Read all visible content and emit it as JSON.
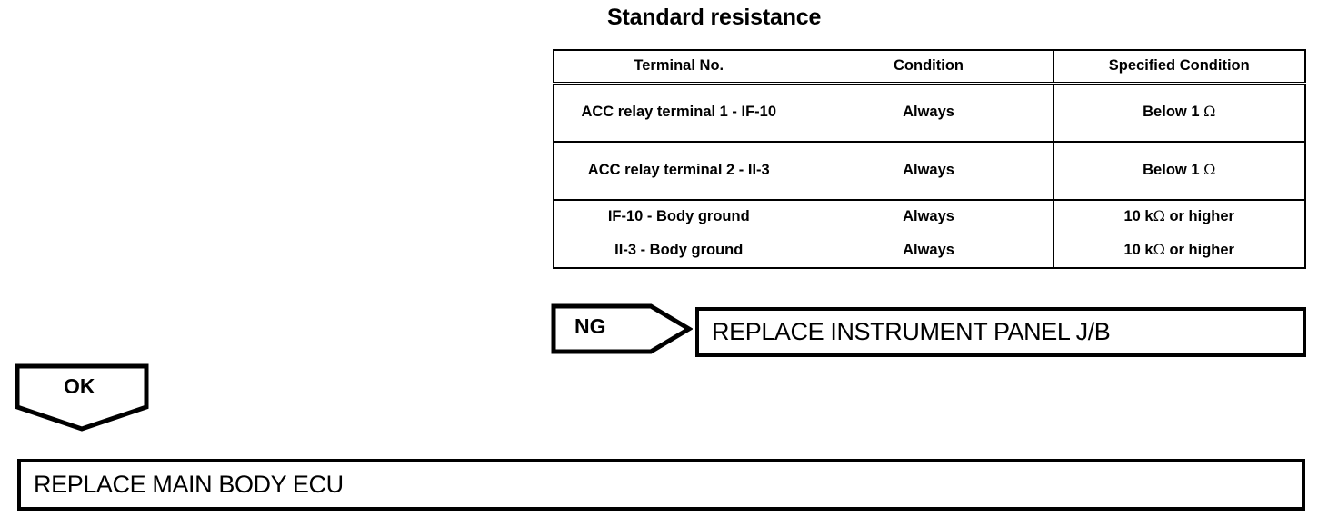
{
  "title": "Standard resistance",
  "table": {
    "headers": [
      "Terminal No.",
      "Condition",
      "Specified Condition"
    ],
    "rows": [
      {
        "terminal": "ACC relay terminal 1 - IF-10",
        "condition": "Always",
        "specified_value": "Below 1 ",
        "specified_unit": "Ω"
      },
      {
        "terminal": "ACC relay terminal 2 - II-3",
        "condition": "Always",
        "specified_value": "Below 1 ",
        "specified_unit": "Ω"
      },
      {
        "terminal": "IF-10 - Body ground",
        "condition": "Always",
        "specified_value": "10 k",
        "specified_unit": "Ω",
        "specified_suffix": " or higher"
      },
      {
        "terminal": "II-3 - Body ground",
        "condition": "Always",
        "specified_value": "10 k",
        "specified_unit": "Ω",
        "specified_suffix": " or higher"
      }
    ]
  },
  "flow": {
    "ng_label": "NG",
    "ok_label": "OK",
    "replace_instrument_panel": "REPLACE INSTRUMENT PANEL J/B",
    "replace_main_body_ecu": "REPLACE MAIN BODY ECU"
  },
  "colors": {
    "ink": "#000000",
    "paper": "#ffffff"
  }
}
